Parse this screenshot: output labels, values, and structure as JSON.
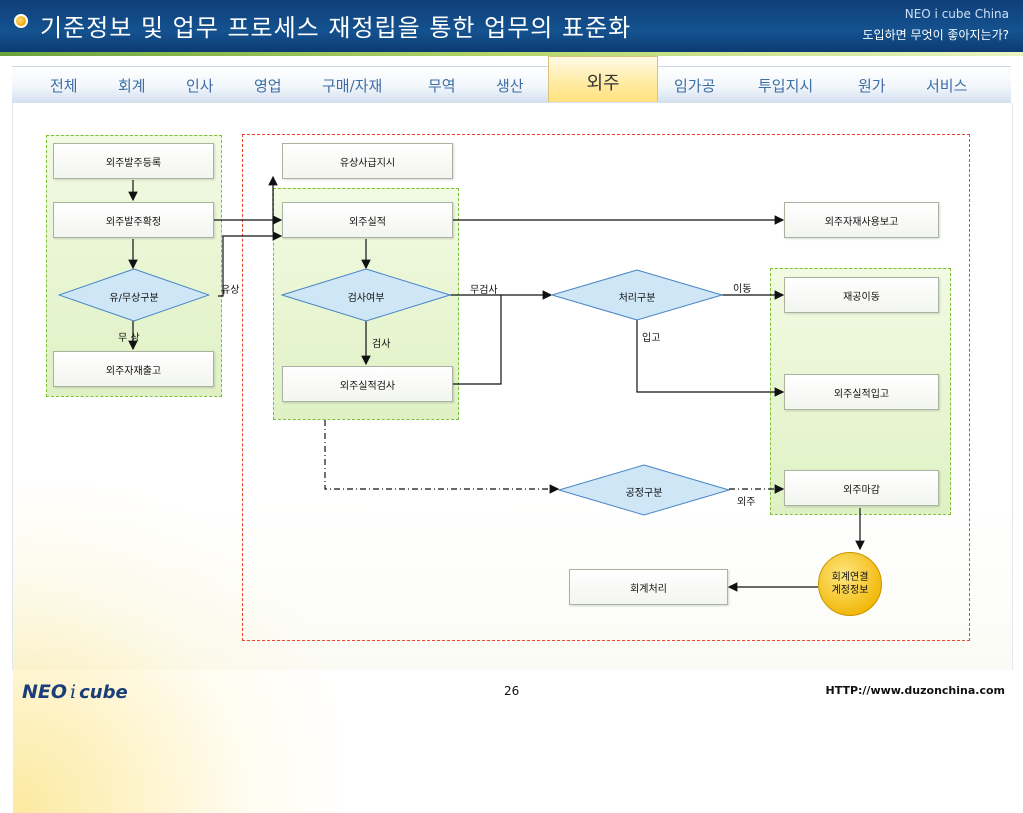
{
  "header": {
    "title": "기준정보 및 업무 프로세스 재정립을 통한 업무의 표준화",
    "brand": "NEO i cube China",
    "tagline": "도입하면 무엇이 좋아지는가?"
  },
  "tabs": [
    "전체",
    "회계",
    "인사",
    "영업",
    "구매/자재",
    "무역",
    "생산",
    "외주",
    "임가공",
    "투입지시",
    "원가",
    "서비스"
  ],
  "active_tab": "외주",
  "flow": {
    "order_register": "외주발주등록",
    "order_confirm": "외주발주확정",
    "paid_free_decision": "유/무상구분",
    "free_label": "무 상",
    "paid_label": "유상",
    "material_issue": "외주자재출고",
    "paid_supply_instruction": "유상사급지시",
    "outsourcing_result": "외주실적",
    "inspection_decision": "검사여부",
    "inspect_label": "검사",
    "no_inspect_label": "무검사",
    "result_inspection": "외주실적검사",
    "material_usage_report": "외주자재사용보고",
    "processing_decision": "처리구분",
    "move_label": "이동",
    "receive_label": "입고",
    "wip_move": "재공이동",
    "result_receipt": "외주실적입고",
    "process_decision": "공정구분",
    "outsource_label": "외주",
    "outsourcing_close": "외주마감",
    "accounting": "회계처리",
    "account_link_line1": "회계연결",
    "account_link_line2": "계정정보"
  },
  "colors": {
    "header_blue": "#14528f",
    "tab_text": "#3d6ea6",
    "green_group": "#7cbf3a",
    "red_boundary": "#e8452f",
    "diamond_fill": "#cfe6f7",
    "circle_fill": "#f0b400"
  },
  "footer": {
    "logo_neo": "NEO",
    "logo_i": "i",
    "logo_cube": "cube",
    "page_number": "26",
    "url": "HTTP://www.duzonchina.com"
  }
}
